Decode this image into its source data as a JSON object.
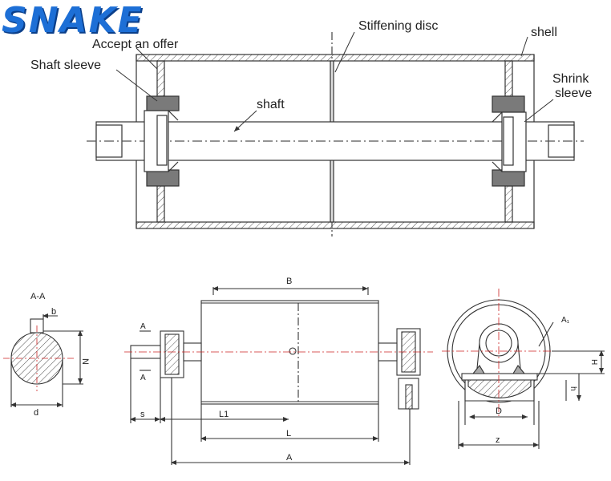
{
  "brand": "SNAKE",
  "colors": {
    "line": "#333333",
    "hatch": "#555555",
    "rubber": "#7a7a7a",
    "center": "#cc2222",
    "brand": "#1d6fd6"
  },
  "top_view": {
    "labels": {
      "accept_offer": "Accept an offer",
      "shaft_sleeve": "Shaft sleeve",
      "stiffening_disc": "Stiffening disc",
      "shell": "shell",
      "shrink_sleeve_1": "Shrink",
      "shrink_sleeve_2": "sleeve",
      "shaft": "shaft"
    }
  },
  "section_view": {
    "title": "A-A",
    "dim_b": "b",
    "dim_n": "N",
    "dim_d": "d"
  },
  "front_view": {
    "dim_B": "B",
    "dim_L1": "L1",
    "dim_L": "L",
    "dim_A": "A",
    "dim_s": "s",
    "cut_a_top": "A",
    "cut_a_bottom": "A"
  },
  "side_view": {
    "dim_A1": "A₁",
    "dim_D": "D",
    "dim_z": "z",
    "dim_H": "H",
    "dim_h": "h"
  }
}
